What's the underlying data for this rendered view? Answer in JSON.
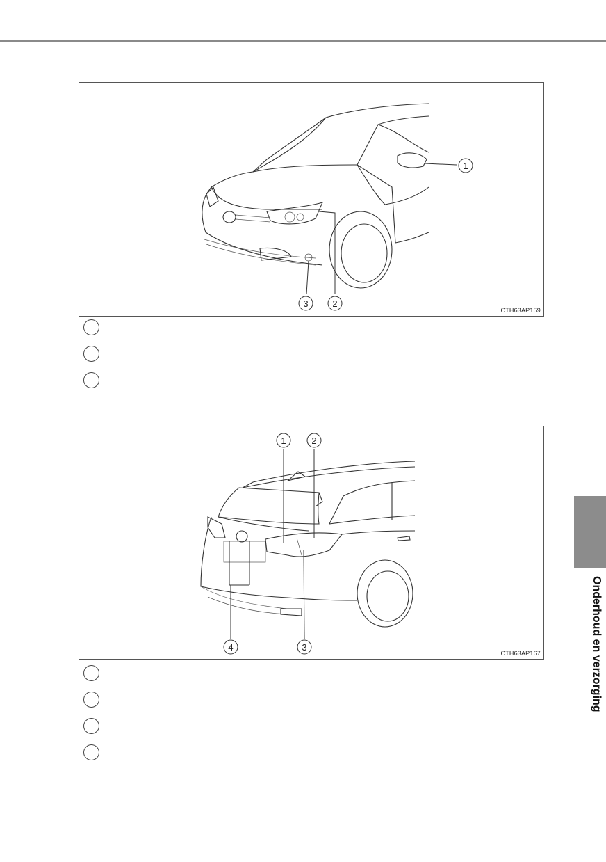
{
  "figure_front": {
    "code": "CTH63AP159",
    "callouts": [
      "1",
      "2",
      "3"
    ]
  },
  "figure_rear": {
    "code": "CTH63AP167",
    "callouts": [
      "1",
      "2",
      "3",
      "4"
    ]
  },
  "side_tab": {
    "label": "Onderhoud en verzorging"
  }
}
